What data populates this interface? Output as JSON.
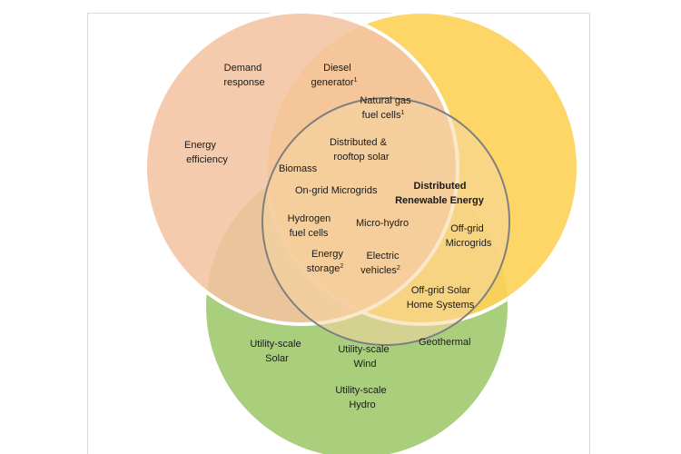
{
  "colors": {
    "circle_left": "#f3c4a0",
    "circle_right": "#fdd25a",
    "circle_bottom": "#a9cf7d",
    "center_circle": "#f5d6a0",
    "outline": "#ffffff",
    "center_outline": "#7f7f7f"
  },
  "labels": {
    "demand_response_1": "Demand",
    "demand_response_2": "response",
    "diesel_1": "Diesel",
    "diesel_2": "generator",
    "diesel_sup": "1",
    "natural_gas_1": "Natural gas",
    "natural_gas_2": "fuel cells",
    "natural_gas_sup": "1",
    "energy_efficiency_1": "Energy",
    "energy_efficiency_2": "efficiency",
    "distributed_rooftop_1": "Distributed &",
    "distributed_rooftop_2": "rooftop solar",
    "biomass": "Biomass",
    "dre_1": "Distributed",
    "dre_2": "Renewable Energy",
    "ongrid_microgrids": "On-grid Microgrids",
    "hydrogen_1": "Hydrogen",
    "hydrogen_2": "fuel cells",
    "microhydro": "Micro-hydro",
    "offgrid_micro_1": "Off-grid",
    "offgrid_micro_2": "Microgrids",
    "energy_storage_1": "Energy",
    "energy_storage_2": "storage",
    "energy_storage_sup": "2",
    "ev_1": "Electric",
    "ev_2": "vehicles",
    "ev_sup": "2",
    "offgrid_solar_1": "Off-grid Solar",
    "offgrid_solar_2": "Home Systems",
    "utility_solar_1": "Utility-scale",
    "utility_solar_2": "Solar",
    "utility_wind_1": "Utility-scale",
    "utility_wind_2": "Wind",
    "geothermal": "Geothermal",
    "utility_hydro_1": "Utility-scale",
    "utility_hydro_2": "Hydro"
  }
}
